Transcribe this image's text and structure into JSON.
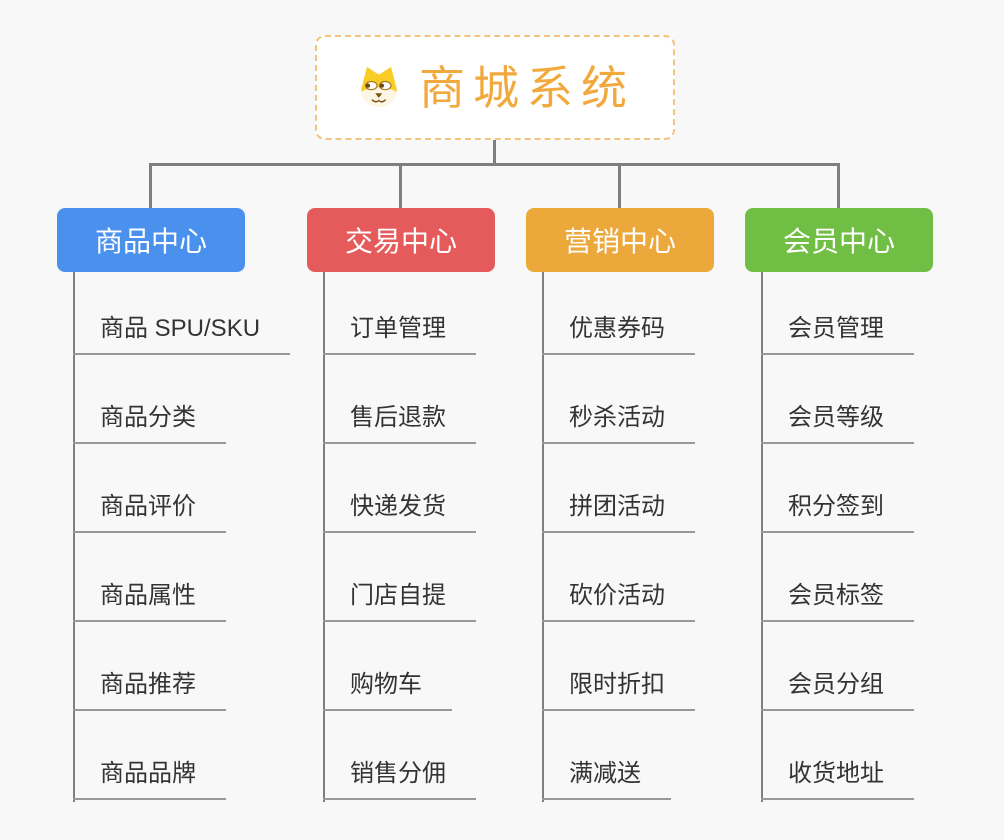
{
  "root": {
    "title": "商城系统",
    "icon": "dog-face-icon",
    "accent_color": "#F1A83C",
    "border_color": "#F2C47E"
  },
  "connector_color": "#7F7F7F",
  "underline_color": "#999999",
  "background_color": "#F8F8F8",
  "branches": [
    {
      "label": "商品中心",
      "color": "#4A91EE",
      "items": [
        "商品 SPU/SKU",
        "商品分类",
        "商品评价",
        "商品属性",
        "商品推荐",
        "商品品牌"
      ]
    },
    {
      "label": "交易中心",
      "color": "#E55B5B",
      "items": [
        "订单管理",
        "售后退款",
        "快递发货",
        "门店自提",
        "购物车",
        "销售分佣"
      ]
    },
    {
      "label": "营销中心",
      "color": "#ECA83B",
      "items": [
        "优惠券码",
        "秒杀活动",
        "拼团活动",
        "砍价活动",
        "限时折扣",
        "满减送"
      ]
    },
    {
      "label": "会员中心",
      "color": "#70BE44",
      "items": [
        "会员管理",
        "会员等级",
        "积分签到",
        "会员标签",
        "会员分组",
        "收货地址"
      ]
    }
  ]
}
